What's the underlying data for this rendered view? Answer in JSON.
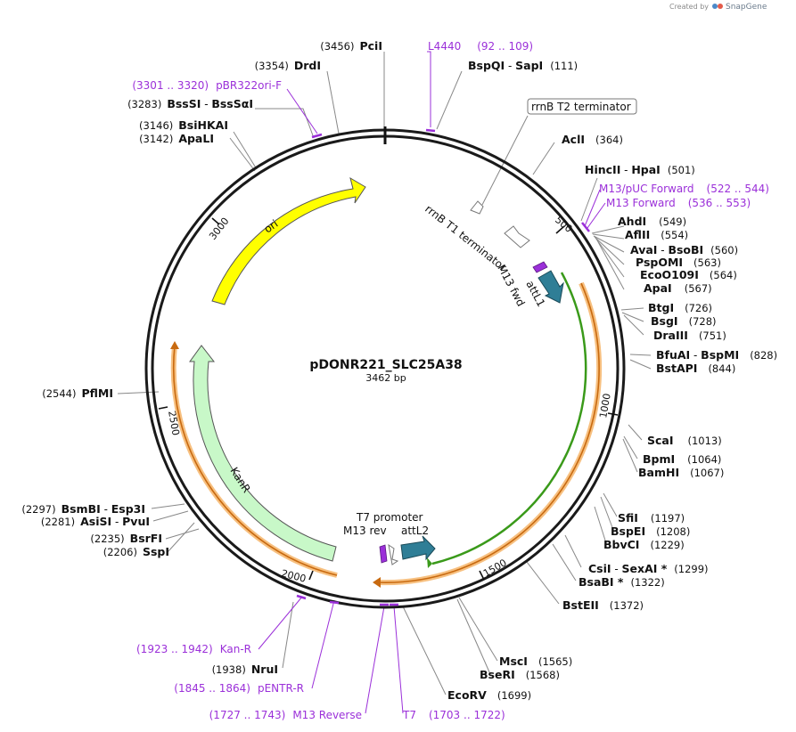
{
  "header": {
    "credit": "Created by",
    "brand": "SnapGene"
  },
  "plasmid": {
    "name": "pDONR221_SLC25A38",
    "length_label": "3462 bp"
  },
  "colors": {
    "primer": "#9b30d9",
    "ori": "#ffff00",
    "kan": "#c8f8c8",
    "att": "#2f7e96",
    "green_arc": "#3a9a1a",
    "orange_arc": "#e8892a",
    "backbone": "#1a1a1a"
  },
  "ticks": [
    "500",
    "1000",
    "1500",
    "2000",
    "2500",
    "3000"
  ],
  "enzymes": [
    {
      "name": "PciI",
      "pos": "(3456)"
    },
    {
      "name": "DrdI",
      "pos": "(3354)"
    },
    {
      "name": "BssSI",
      "name2": "BssSαI",
      "pos": "(3283)"
    },
    {
      "name": "BsiHKAI",
      "pos": "(3146)"
    },
    {
      "name": "ApaLI",
      "pos": "(3142)"
    },
    {
      "name": "BspQI",
      "name2": "SapI",
      "pos": "(111)"
    },
    {
      "name": "AclI",
      "pos": "(364)"
    },
    {
      "name": "HincII",
      "name2": "HpaI",
      "pos": "(501)"
    },
    {
      "name": "AhdI",
      "pos": "(549)"
    },
    {
      "name": "AflII",
      "pos": "(554)"
    },
    {
      "name": "AvaI",
      "name2": "BsoBI",
      "pos": "(560)"
    },
    {
      "name": "PspOMI",
      "pos": "(563)"
    },
    {
      "name": "EcoO109I",
      "pos": "(564)"
    },
    {
      "name": "ApaI",
      "pos": "(567)"
    },
    {
      "name": "BtgI",
      "pos": "(726)"
    },
    {
      "name": "BsgI",
      "pos": "(728)"
    },
    {
      "name": "DraIII",
      "pos": "(751)"
    },
    {
      "name": "BfuAI",
      "name2": "BspMI",
      "pos": "(828)"
    },
    {
      "name": "BstAPI",
      "pos": "(844)"
    },
    {
      "name": "ScaI",
      "pos": "(1013)"
    },
    {
      "name": "BpmI",
      "pos": "(1064)"
    },
    {
      "name": "BamHI",
      "pos": "(1067)"
    },
    {
      "name": "SfiI",
      "pos": "(1197)"
    },
    {
      "name": "BspEI",
      "pos": "(1208)"
    },
    {
      "name": "BbvCI",
      "pos": "(1229)"
    },
    {
      "name": "CsiI",
      "name2": "SexAI *",
      "pos": "(1299)"
    },
    {
      "name": "BsaBI *",
      "pos": "(1322)"
    },
    {
      "name": "BstEII",
      "pos": "(1372)"
    },
    {
      "name": "MscI",
      "pos": "(1565)"
    },
    {
      "name": "BseRI",
      "pos": "(1568)"
    },
    {
      "name": "EcoRV",
      "pos": "(1699)"
    },
    {
      "name": "NruI",
      "pos": "(1938)"
    },
    {
      "name": "SspI",
      "pos": "(2206)"
    },
    {
      "name": "BsrFI",
      "pos": "(2235)"
    },
    {
      "name": "AsiSI",
      "name2": "PvuI",
      "pos": "(2281)"
    },
    {
      "name": "BsmBI",
      "name2": "Esp3I",
      "pos": "(2297)"
    },
    {
      "name": "PflMI",
      "pos": "(2544)"
    }
  ],
  "primers": [
    {
      "name": "L4440",
      "range": "(92 .. 109)"
    },
    {
      "name": "pBR322ori-F",
      "range": "(3301 .. 3320)"
    },
    {
      "name": "M13/pUC Forward",
      "range": "(522 .. 544)"
    },
    {
      "name": "M13 Forward",
      "range": "(536 .. 553)"
    },
    {
      "name": "Kan-R",
      "range": "(1923 .. 1942)"
    },
    {
      "name": "pENTR-R",
      "range": "(1845 .. 1864)"
    },
    {
      "name": "M13 Reverse",
      "range": "(1727 .. 1743)"
    },
    {
      "name": "T7",
      "range": "(1703 .. 1722)"
    }
  ],
  "features": {
    "rrnb_t2": "rrnB T2 terminator",
    "rrnb_t1": "rrnB T1 terminator",
    "m13_fwd": "M13 fwd",
    "attl1": "attL1",
    "ori": "ori",
    "kanr": "KanR",
    "t7_promoter": "T7 promoter",
    "m13_rev": "M13 rev",
    "attl2": "attL2"
  }
}
